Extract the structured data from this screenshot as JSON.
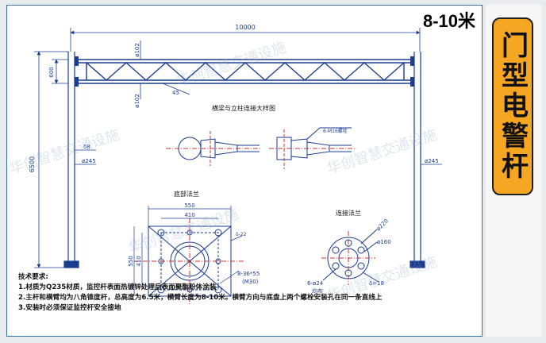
{
  "header": {
    "range_label": "8-10米"
  },
  "sidebar": {
    "title": "门型电警杆"
  },
  "drawing": {
    "span_label": "10000",
    "height_label": "6500",
    "truss_depth_label": "600",
    "top_chord_dia": "ø102",
    "bottom_chord_dia": "ø102",
    "brace_label": "45",
    "column_wall_label": "δ8",
    "column_dia_left": "ø245",
    "column_dia_right": "ø245"
  },
  "detail_beam": {
    "title": "横梁与立柱连接大样图",
    "bolt_label": "6-M16螺栓"
  },
  "detail_base": {
    "title": "底部法兰",
    "outer_w": "550",
    "inner_w": "410",
    "outer_h": "550",
    "inner_h": "410",
    "plate_thk": "δ-22",
    "bolt_spec": "8-36*55",
    "bolt_size": "(M30)"
  },
  "detail_flange": {
    "title": "连接法兰",
    "outer_dia": "ø220",
    "pcd_dia": "ø160",
    "holes": "6-ø24",
    "holes_note": "均布",
    "thk": "δ=18"
  },
  "notes": {
    "title": "技术要求:",
    "lines": [
      "1.材质为Q235材质，监控杆表面热镀锌处理后表面聚酯粉体涂装",
      "2.主杆和横臂均为八角锥度杆，总高度为6.5米，横臂长度为8-10米。横臂方向与底盘上两个螺栓安装孔在同一条直线上",
      "3.安装时必须保证监控杆安全接地"
    ]
  },
  "watermark": {
    "text": "华创智慧交通设施"
  },
  "colors": {
    "accent": "#f5a623",
    "line": "#1a3d8f",
    "center": "#d0302f",
    "frame": "#3a6fb0"
  }
}
